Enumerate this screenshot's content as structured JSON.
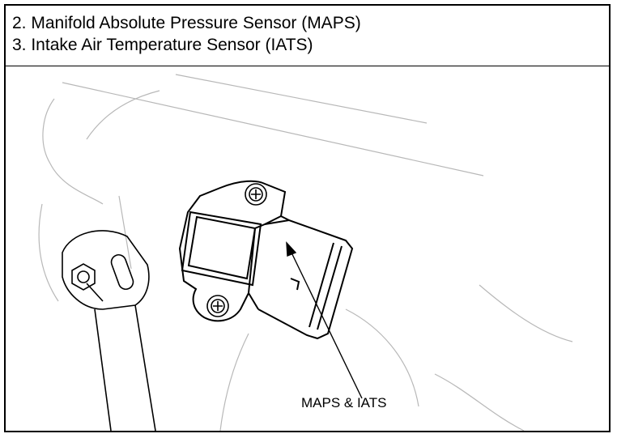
{
  "header": {
    "line1": "2. Manifold Absolute Pressure Sensor (MAPS)",
    "line2": "3. Intake Air Temperature Sensor (IATS)"
  },
  "illustration": {
    "callout_label": "MAPS & IATS"
  },
  "colors": {
    "ink": "#000000",
    "faint_ink": "#b0b0b0",
    "background": "#ffffff"
  }
}
